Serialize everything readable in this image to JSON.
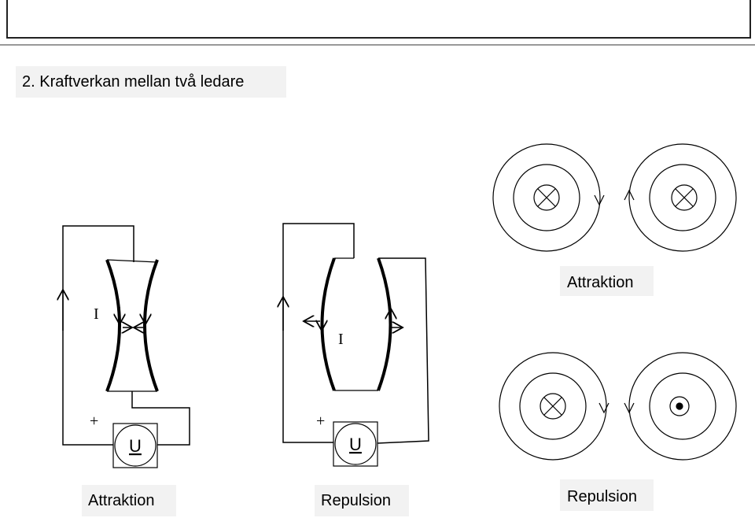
{
  "header": {
    "title": "2. Kraftverkan mellan två ledare"
  },
  "circuits": {
    "left": {
      "current_label": "I",
      "polarity_label": "+",
      "source_label": "U",
      "caption": "Attraktion"
    },
    "middle": {
      "current_label": "I",
      "polarity_label": "+",
      "source_label": "U",
      "caption": "Repulsion"
    }
  },
  "field_diagrams": {
    "top": {
      "caption": "Attraktion",
      "left_symbol": "into-page",
      "right_symbol": "into-page"
    },
    "bottom": {
      "caption": "Repulsion",
      "left_symbol": "into-page",
      "right_symbol": "out-of-page"
    }
  }
}
